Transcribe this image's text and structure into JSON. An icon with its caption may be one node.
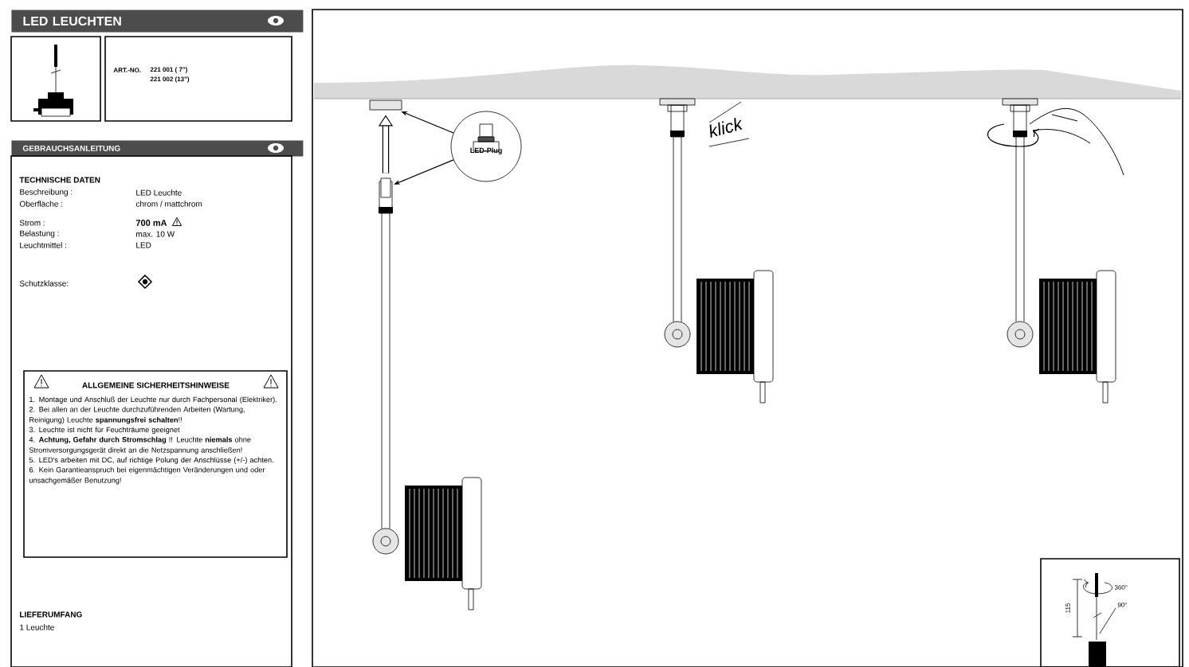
{
  "diagram": {
    "nodes": [
      {
        "text": [
          "LED LEUCHTEN"
        ]
      },
      {
        "text": [
          "ART.-NO.",
          "221 001 ( 7\")",
          "221 002 (13\")"
        ]
      },
      {
        "text": [
          "GEBRAUCHSANLEITUNG"
        ]
      },
      {
        "text": [
          "TECHNISCHE DATEN",
          "Beschreibung :",
          "LED Leuchte",
          "Oberfläche :",
          "chrom / mattchrom",
          "Strom :",
          "700 mA",
          "Belastung :",
          "max. 10 W",
          "Leuchtmittel :",
          "LED",
          "Schutzklasse:",
          "LIEFERUMFANG",
          "1 Leuchte"
        ]
      },
      {
        "text": [
          "ALLGEMEINE SICHERHEITSHINWEISE",
          "1. Montage und Anschluß der Leuchte nur durch Fachpersonal (Elektriker).",
          "2. Bei allen an der Leuchte durchzuführenden Arbeiten (Wartung, Reinigung) Leuchte **spannungsfrei schalten**!!",
          "3. Leuchte ist nicht für Feuchträume geeignet",
          "4. **Achtung, Gefahr durch Stromschlag** !! Leuchte **niemals** ohne Stromversorgungsgerät direkt an die Netzspannung anschließen!",
          "5. LED's arbeiten mit DC, auf richtige Polung der Anschlüsse (+/-) achten.",
          "6. Kein Garantieanspruch bei eigenmächtigen Veränderungen und oder unsachgemäßer Benutzung!"
        ],
        "in": 3
      },
      {
        "text": [
          "115",
          "360°",
          "90°"
        ]
      },
      {
        "text": [
          "LED-Plug"
        ]
      },
      {
        "text": [],
        "shape": "box"
      },
      {
        "text": [],
        "shape": "box"
      }
    ],
    "edges": [
      {
        "from": 6,
        "to": 7,
        "arrow": "to"
      },
      {
        "from": 6,
        "to": 8,
        "arrow": "to"
      },
      {
        "from": 8,
        "to": 7,
        "arrow": "to",
        "style": "thick"
      }
    ],
    "labels": [
      "klick"
    ]
  }
}
